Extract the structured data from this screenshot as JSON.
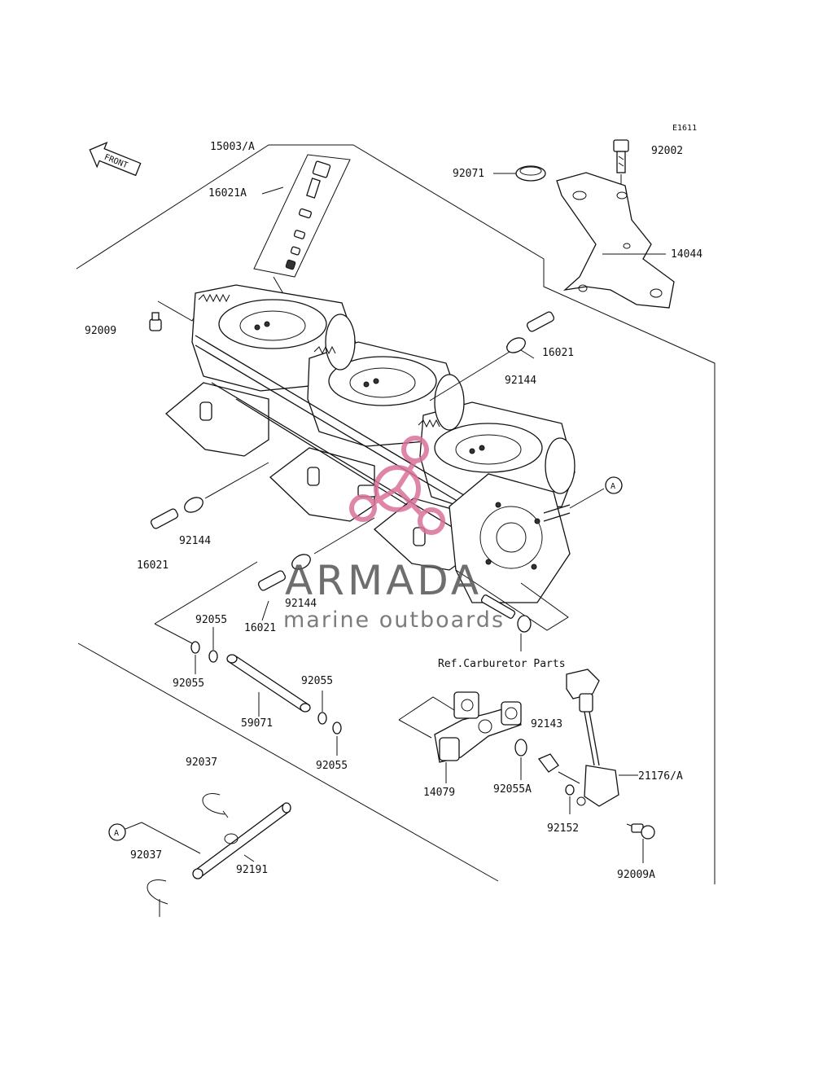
{
  "diagram_code": "E1611",
  "front_label": "FRONT",
  "ref_text": "Ref.Carburetor Parts",
  "callout_a": "A",
  "watermark": {
    "brand": "ARMADA",
    "tagline": "marine outboards",
    "color": "#d9709a"
  },
  "part_labels": {
    "p15003a": "15003/A",
    "p16021a": "16021A",
    "p92009": "92009",
    "p92071": "92071",
    "p92002": "92002",
    "p14044": "14044",
    "p16021_r": "16021",
    "p92144_r": "92144",
    "p92144_l": "92144",
    "p16021_l": "16021",
    "p92144_m": "92144",
    "p16021_m": "16021",
    "p92055_a": "92055",
    "p92055_b": "92055",
    "p92055_c": "92055",
    "p92055_d": "92055",
    "p59071": "59071",
    "p92143": "92143",
    "p14079": "14079",
    "p92055a": "92055A",
    "p21176a": "21176/A",
    "p92152": "92152",
    "p92009a": "92009A",
    "p92037_t": "92037",
    "p92037_b": "92037",
    "p92191": "92191"
  }
}
